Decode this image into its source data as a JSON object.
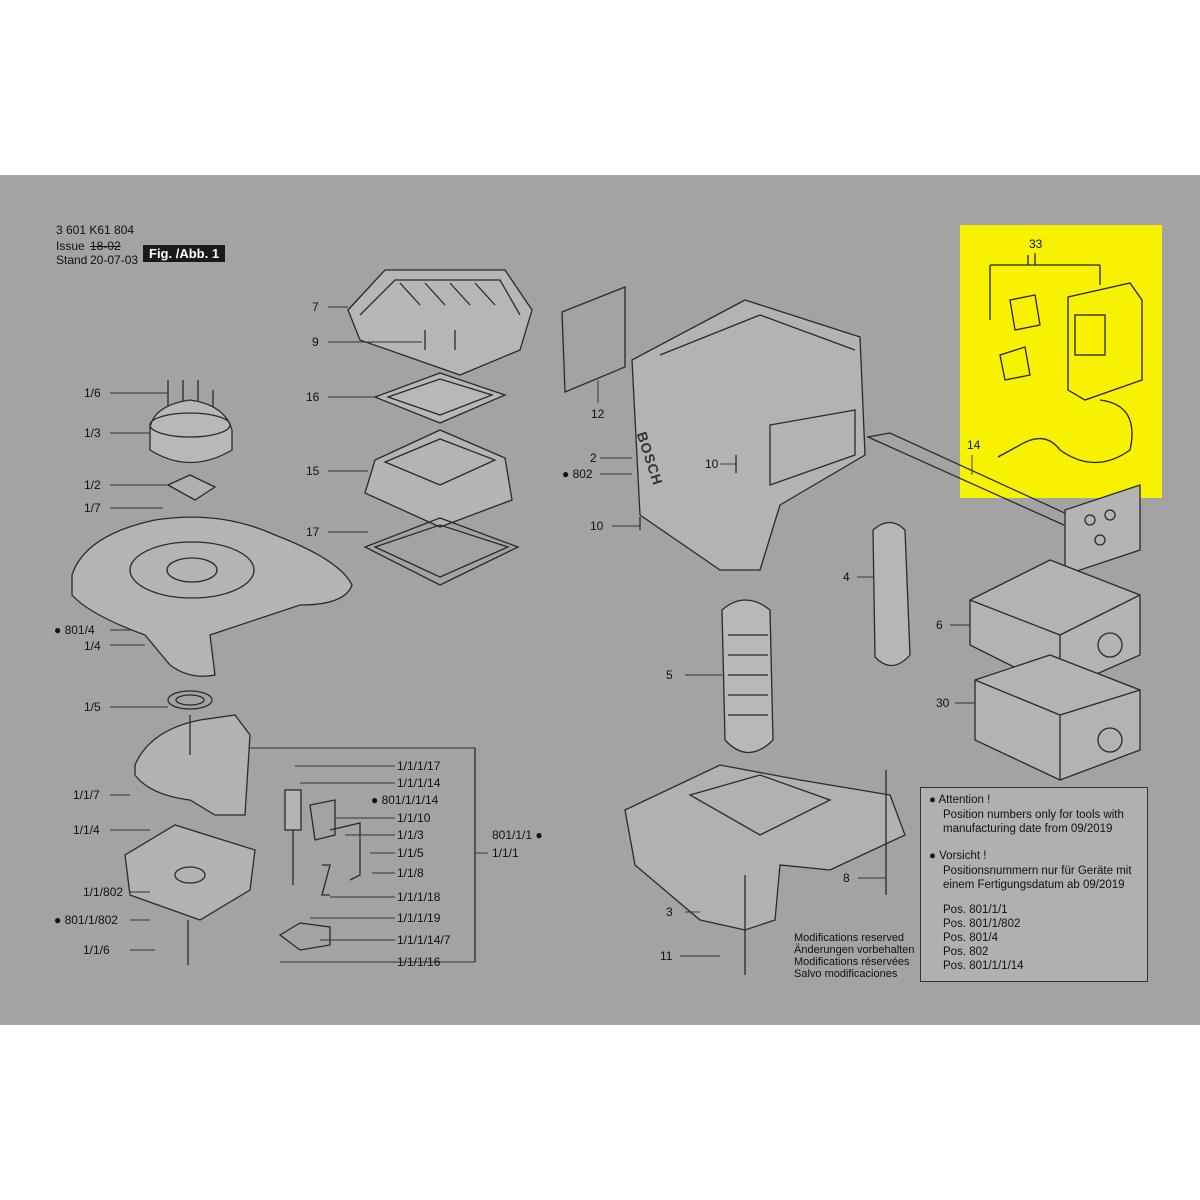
{
  "header": {
    "doc_number": "3 601 K61 804",
    "issue_label": "Issue",
    "issue_value": "18-02",
    "stand_label": "Stand",
    "stand_value": "20-07-03",
    "figure_label": "Fig. /Abb. 1"
  },
  "labels": {
    "l7": "7",
    "l9": "9",
    "l16": "16",
    "l15": "15",
    "l17": "17",
    "l1_6": "1/6",
    "l1_3": "1/3",
    "l1_2": "1/2",
    "l1_7": "1/7",
    "l801_4": "● 801/4",
    "l1_4": "1/4",
    "l1_5": "1/5",
    "l1_1_7": "1/1/7",
    "l1_1_4": "1/1/4",
    "l1_1_802": "1/1/802",
    "l801_1_802": "● 801/1/802",
    "l1_1_6": "1/1/6",
    "l1_1_1_17": "1/1/1/17",
    "l1_1_1_14": "1/1/1/14",
    "l801_1_1_14": "● 801/1/1/14",
    "l1_1_10": "1/1/10",
    "l1_1_3": "1/1/3",
    "l1_1_5": "1/1/5",
    "l1_1_8": "1/1/8",
    "l1_1_1_18": "1/1/1/18",
    "l1_1_1_19": "1/1/1/19",
    "l1_1_1_14_7": "1/1/1/14/7",
    "l1_1_1_16": "1/1/1/16",
    "l801_1_1": "801/1/1 ●",
    "l1_1_1": "1/1/1",
    "l12": "12",
    "l2": "2",
    "l802": "● 802",
    "l10a": "10",
    "l10b": "10",
    "l4": "4",
    "l5": "5",
    "l3": "3",
    "l11": "11",
    "l8": "8",
    "l33": "33",
    "l14": "14",
    "l6": "6",
    "l30": "30"
  },
  "brand": "BOSCH",
  "modifications": [
    "Modifications reserved",
    "Änderungen vorbehalten",
    "Modifications réservées",
    "Salvo modificaciones"
  ],
  "note": {
    "attention_title": "● Attention !",
    "attention_line1": "Position numbers only for tools with",
    "attention_line2": "manufacturing date from 09/2019",
    "vorsicht_title": "● Vorsicht !",
    "vorsicht_line1": "Positionsnummern nur für Geräte mit",
    "vorsicht_line2": "einem Fertigungsdatum ab 09/2019",
    "positions": [
      "Pos. 801/1/1",
      "Pos. 801/1/802",
      "Pos. 801/4",
      "Pos. 802",
      "Pos. 801/1/1/14"
    ]
  },
  "colors": {
    "sheet": "#a3a3a3",
    "highlight": "#f6f200"
  }
}
